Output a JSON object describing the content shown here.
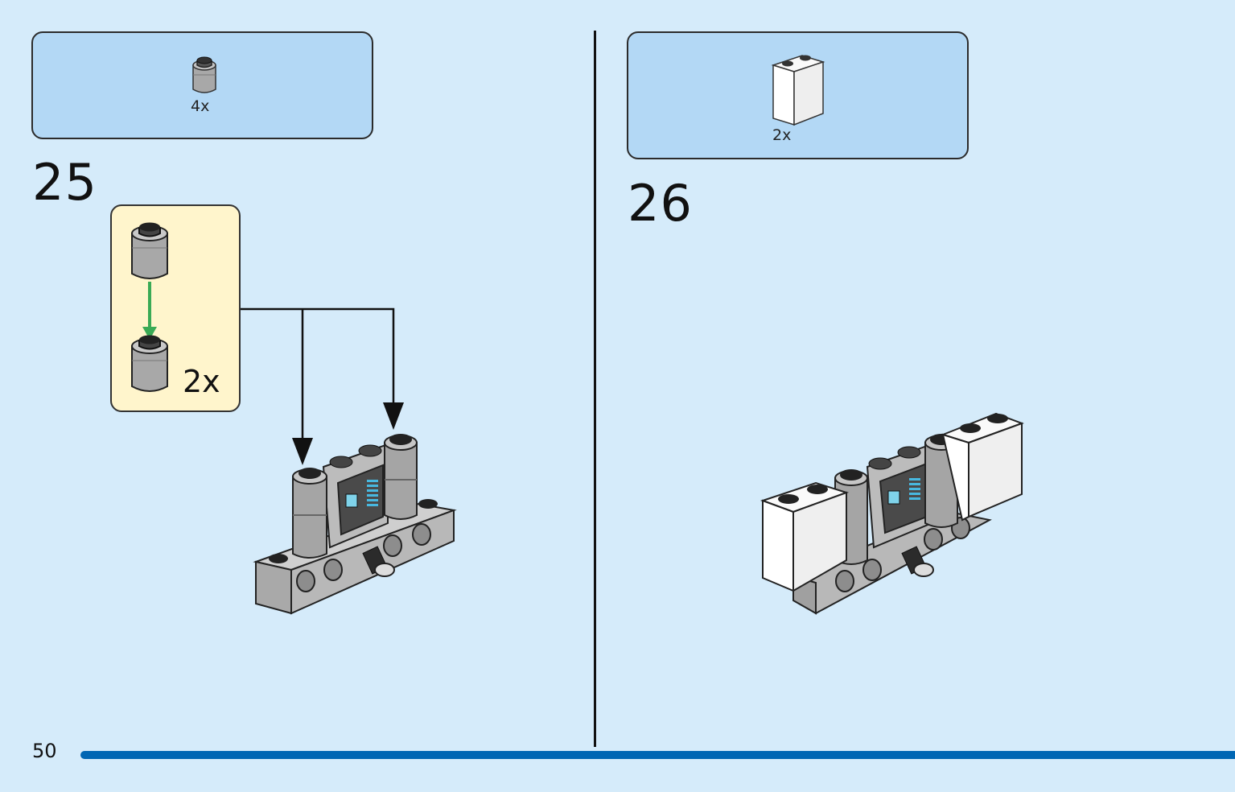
{
  "page": {
    "number": "50",
    "background": "#d5ebfa",
    "accent": "#0066b3"
  },
  "steps": [
    {
      "number": "25",
      "parts": [
        {
          "icon": "round-brick-1x1-gray-icon",
          "qty": "4x"
        }
      ],
      "subassembly": {
        "qty": "2x",
        "arrow_color": "#3aaa55"
      }
    },
    {
      "number": "26",
      "parts": [
        {
          "icon": "brick-1x2x2-white-icon",
          "qty": "2x"
        }
      ]
    }
  ]
}
